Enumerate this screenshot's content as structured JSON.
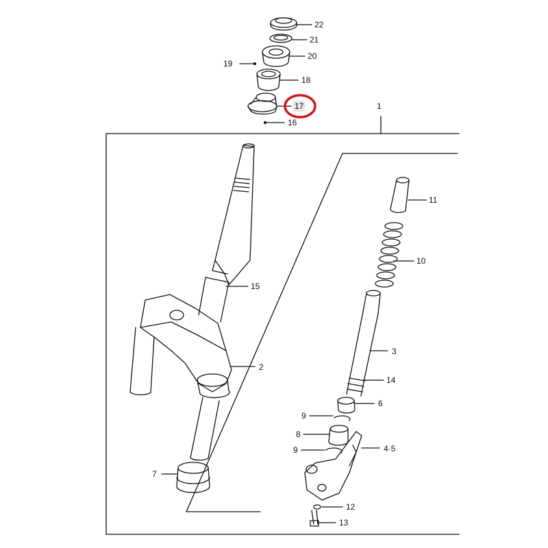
{
  "diagram": {
    "highlight_color": "#d01818",
    "line_color": "#111111",
    "callouts": [
      {
        "id": "c1",
        "label": "1"
      },
      {
        "id": "c2",
        "label": "2"
      },
      {
        "id": "c3",
        "label": "3"
      },
      {
        "id": "c45",
        "label": "4·5"
      },
      {
        "id": "c6",
        "label": "6"
      },
      {
        "id": "c7",
        "label": "7"
      },
      {
        "id": "c8",
        "label": "8"
      },
      {
        "id": "c9a",
        "label": "9"
      },
      {
        "id": "c9b",
        "label": "9"
      },
      {
        "id": "c10",
        "label": "10"
      },
      {
        "id": "c11",
        "label": "11"
      },
      {
        "id": "c12",
        "label": "12"
      },
      {
        "id": "c13",
        "label": "13"
      },
      {
        "id": "c14",
        "label": "14"
      },
      {
        "id": "c15",
        "label": "15"
      },
      {
        "id": "c16",
        "label": "16"
      },
      {
        "id": "c17",
        "label": "17",
        "highlighted": true
      },
      {
        "id": "c18",
        "label": "18"
      },
      {
        "id": "c19",
        "label": "19"
      },
      {
        "id": "c20",
        "label": "20"
      },
      {
        "id": "c21",
        "label": "21"
      },
      {
        "id": "c22",
        "label": "22"
      }
    ]
  }
}
